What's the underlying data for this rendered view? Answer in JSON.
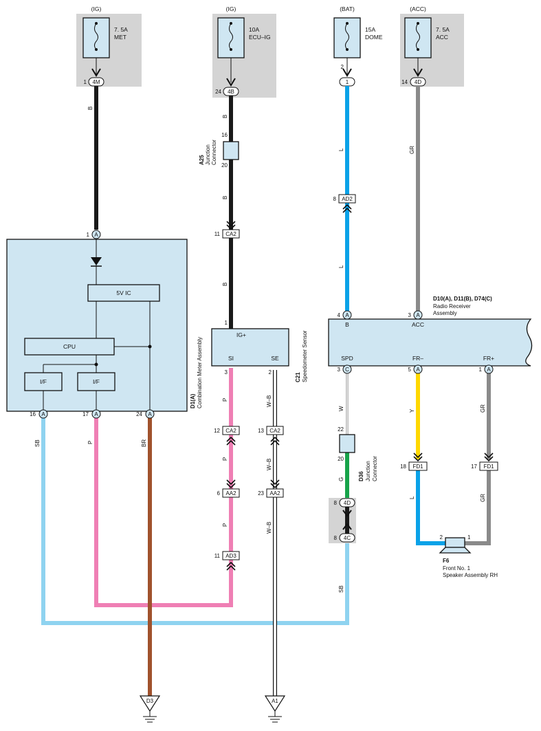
{
  "fuses": [
    {
      "source": "(IG)",
      "amp": "7. 5A",
      "name": "MET",
      "pin": "1",
      "conn": "4M"
    },
    {
      "source": "(IG)",
      "amp": "10A",
      "name": "ECU–IG",
      "pin": "24",
      "conn": "4B"
    },
    {
      "source": "(BAT)",
      "amp": "15A",
      "name": "DOME",
      "pin": "2",
      "conn": "1"
    },
    {
      "source": "(ACC)",
      "amp": "7. 5A",
      "name": "ACC",
      "pin": "14",
      "conn": "4D"
    }
  ],
  "combination_meter": {
    "code": "D1(A)",
    "name": "Combination Meter Assembly",
    "power_pin": "1",
    "power_conn": "A",
    "ic_label": "5V IC",
    "cpu_label": "CPU",
    "if1_label": "I/F",
    "if2_label": "I/F",
    "pins": [
      {
        "num": "16",
        "conn": "A",
        "wire": "SB"
      },
      {
        "num": "17",
        "conn": "A",
        "wire": "P"
      },
      {
        "num": "24",
        "conn": "A",
        "wire": "BR"
      }
    ]
  },
  "junction_a25": {
    "code": "A25",
    "line1": "Junction",
    "line2": "Connector",
    "pin_in": "16",
    "pin_out": "20"
  },
  "speedometer": {
    "code": "C21",
    "name": "Speedometer Sensor",
    "pin_ig": "1",
    "ig_label": "IG+",
    "si_label": "SI",
    "se_label": "SE",
    "pin_si": "3",
    "pin_se": "2"
  },
  "radio": {
    "code": "D10(A), D11(B), D74(C)",
    "line1": "Radio Receiver",
    "line2": "Assembly",
    "top_pins": [
      {
        "num": "4",
        "conn": "A",
        "label": "B"
      },
      {
        "num": "3",
        "conn": "A",
        "label": "ACC"
      }
    ],
    "bottom_pins": [
      {
        "num": "3",
        "conn": "C",
        "label": "SPD"
      },
      {
        "num": "5",
        "conn": "A",
        "label": "FR–"
      },
      {
        "num": "1",
        "conn": "A",
        "label": "FR+"
      }
    ]
  },
  "junction_d36": {
    "code": "D36",
    "line1": "Junction",
    "line2": "Connector",
    "pin_in": "22",
    "pin_out": "20"
  },
  "speaker": {
    "code": "F6",
    "line1": "Front No.  1",
    "line2": "Speaker Assembly RH",
    "pin_minus": "2",
    "pin_plus": "1"
  },
  "inline_connectors": {
    "ca2_a": {
      "pin": "11",
      "name": "CA2"
    },
    "ad2": {
      "pin": "8",
      "name": "AD2"
    },
    "ca2_b": {
      "pin": "12",
      "name": "CA2"
    },
    "ca2_c": {
      "pin": "13",
      "name": "CA2"
    },
    "aa2_a": {
      "pin": "6",
      "name": "AA2"
    },
    "aa2_b": {
      "pin": "23",
      "name": "AA2"
    },
    "ad3": {
      "pin": "11",
      "name": "AD3"
    },
    "fd1_a": {
      "pin": "18",
      "name": "FD1"
    },
    "fd1_b": {
      "pin": "17",
      "name": "FD1"
    },
    "c4d": {
      "pin": "8",
      "name": "4D"
    },
    "c4c": {
      "pin": "8",
      "name": "4C"
    }
  },
  "wire_colors": {
    "b1": "B",
    "b2": "B",
    "b3": "B",
    "b4": "B",
    "l1": "L",
    "l2": "L",
    "l3": "L",
    "gr1": "GR",
    "gr2": "GR",
    "gr3": "GR",
    "p1": "P",
    "p2": "P",
    "p3": "P",
    "wb1": "W–B",
    "wb2": "W–B",
    "wb3": "W–B",
    "w1": "W",
    "g1": "G",
    "sb2": "SB",
    "y1": "Y"
  },
  "grounds": [
    {
      "label": "D3"
    },
    {
      "label": "A1"
    }
  ],
  "colors": {
    "black": "#1a1a1a",
    "blue": "#0aa2e8",
    "gray": "#8a8a8a",
    "pink": "#ef7fb4",
    "brown": "#a0522d",
    "lightblue": "#8fd3f0",
    "green": "#17a34a",
    "yellow": "#ffd800",
    "box_fill": "#cfe6f2",
    "fuse_bg": "#d4d4d4"
  }
}
